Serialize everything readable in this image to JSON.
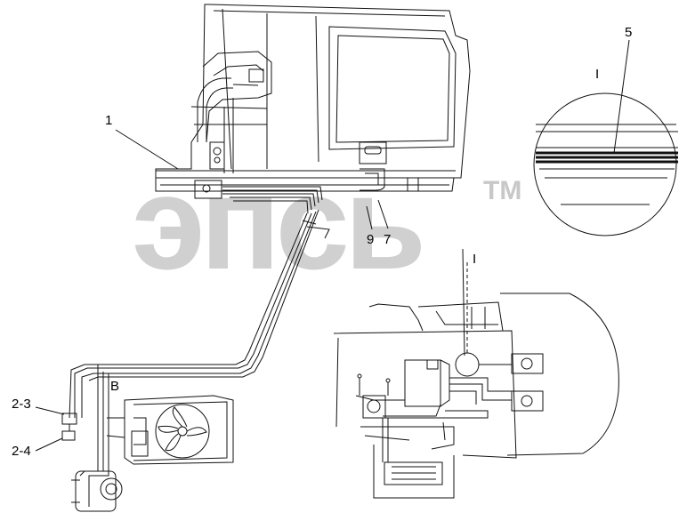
{
  "watermark": {
    "text": "эпсь",
    "trademark": "TM"
  },
  "callouts": {
    "c1": "1",
    "c5": "5",
    "c7": "7",
    "c9": "9",
    "c2_3": "2-3",
    "c2_4": "2-4",
    "cB": "B",
    "detail_top": "I",
    "detail_bottom": "I"
  }
}
